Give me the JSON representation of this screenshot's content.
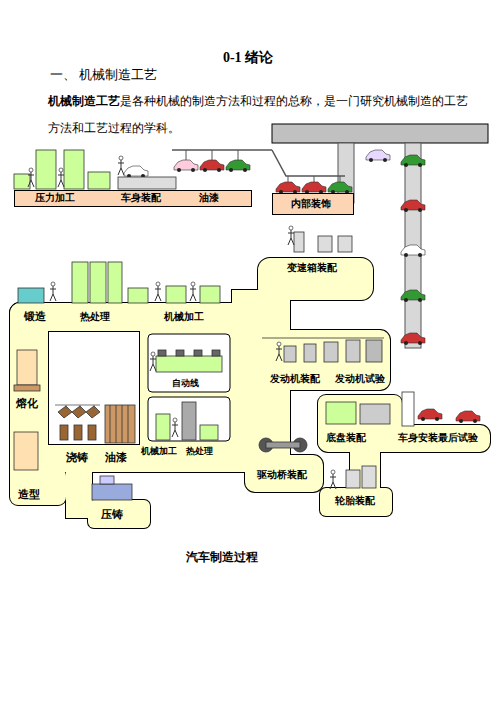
{
  "diagram": {
    "title": "0-1 绪论",
    "caption": "汽车制造过程",
    "nodes": [
      {
        "text": [
          "压力加工",
          "车身装配",
          "油漆"
        ]
      },
      {
        "text": [
          "内部装饰"
        ]
      }
    ],
    "labels": [
      "一、 机械制造工艺",
      "机械制造工艺",
      "是各种机械的制造方法和过程的总称，是一门研究机械制造的工艺方法和工艺过程的学科。",
      "变速箱装配",
      "锻造",
      "热处理",
      "机械加工",
      "自动线",
      "熔化",
      "发动机装配",
      "发动机试验",
      "底盘装配",
      "车身安装最后试验",
      "浇铸",
      "油漆",
      "机械加工",
      "热处理",
      "驱动桥装配",
      "造型",
      "轮胎装配",
      "压铸"
    ]
  }
}
